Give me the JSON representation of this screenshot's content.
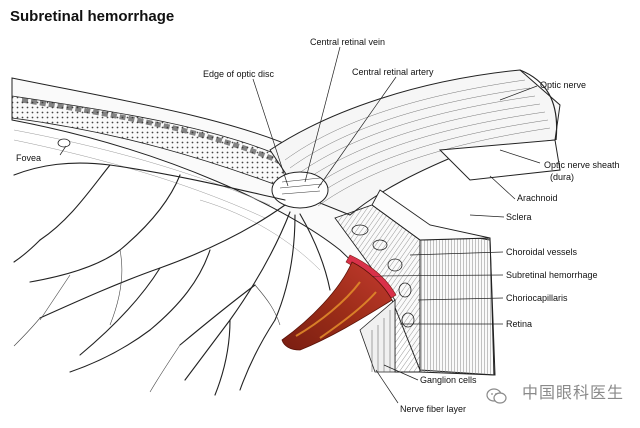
{
  "title": "Subretinal hemorrhage",
  "labels": {
    "central_retinal_vein": "Central retinal vein",
    "edge_of_optic_disc": "Edge of optic disc",
    "central_retinal_artery": "Central retinal artery",
    "optic_nerve": "Optic nerve",
    "fovea": "Fovea",
    "optic_nerve_sheath": "Optic nerve sheath",
    "optic_nerve_sheath_sub": "(dura)",
    "arachnoid": "Arachnoid",
    "sclera": "Sclera",
    "choroidal_vessels": "Choroidal vessels",
    "subretinal_hemorrhage": "Subretinal hemorrhage",
    "choriocapillaris": "Choriocapillaris",
    "retina": "Retina",
    "ganglion_cells": "Ganglion cells",
    "nerve_fiber_layer": "Nerve fiber layer"
  },
  "watermark": "中国眼科医生",
  "colors": {
    "hemorrhage_dark": "#7a1e12",
    "hemorrhage_mid": "#a83a1f",
    "hemorrhage_light": "#e0892a",
    "hemorrhage_pink": "#d9314a",
    "line": "#222222"
  }
}
